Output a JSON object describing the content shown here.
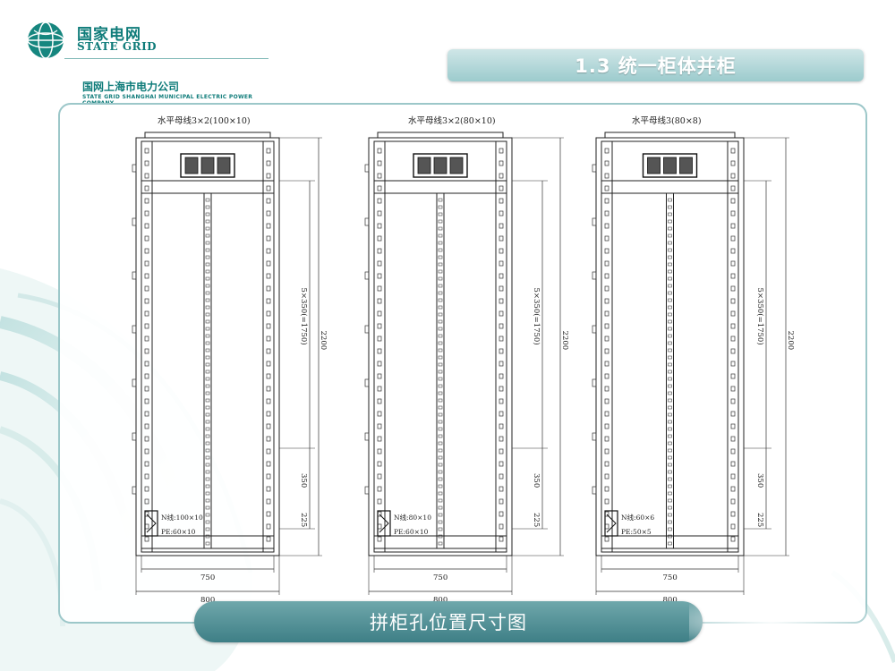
{
  "logo": {
    "brand_cn": "国家电网",
    "brand_en": "STATE GRID",
    "company_cn": "国网上海市电力公司",
    "company_en": "STATE GRID SHANGHAI MUNICIPAL ELECTRIC POWER COMPANY"
  },
  "slide": {
    "title": "1.3 统一柜体并柜",
    "caption": "拼柜孔位置尺寸图"
  },
  "colors": {
    "teal_dark": "#0f7c7a",
    "teal_light": "#9ccbcd",
    "caption_bar": "#4b8c92"
  },
  "cabinets": [
    {
      "busbar": "水平母线3×2(100×10)",
      "n_line": "N线:100×10",
      "pe_line": "PE:60×10",
      "dim_pitch": "5×350(=1750)",
      "dim_height": "2200",
      "dim_350": "350",
      "dim_225": "225",
      "dim_inner": "750",
      "dim_outer": "800"
    },
    {
      "busbar": "水平母线3×2(80×10)",
      "n_line": "N线:80×10",
      "pe_line": "PE:60×10",
      "dim_pitch": "5×350(=1750)",
      "dim_height": "2200",
      "dim_350": "350",
      "dim_225": "225",
      "dim_inner": "750",
      "dim_outer": "800"
    },
    {
      "busbar": "水平母线3(80×8)",
      "n_line": "N线:60×6",
      "pe_line": "PE:50×5",
      "dim_pitch": "5×350(=1750)",
      "dim_height": "2200",
      "dim_350": "350",
      "dim_225": "225",
      "dim_inner": "750",
      "dim_outer": "800"
    }
  ]
}
